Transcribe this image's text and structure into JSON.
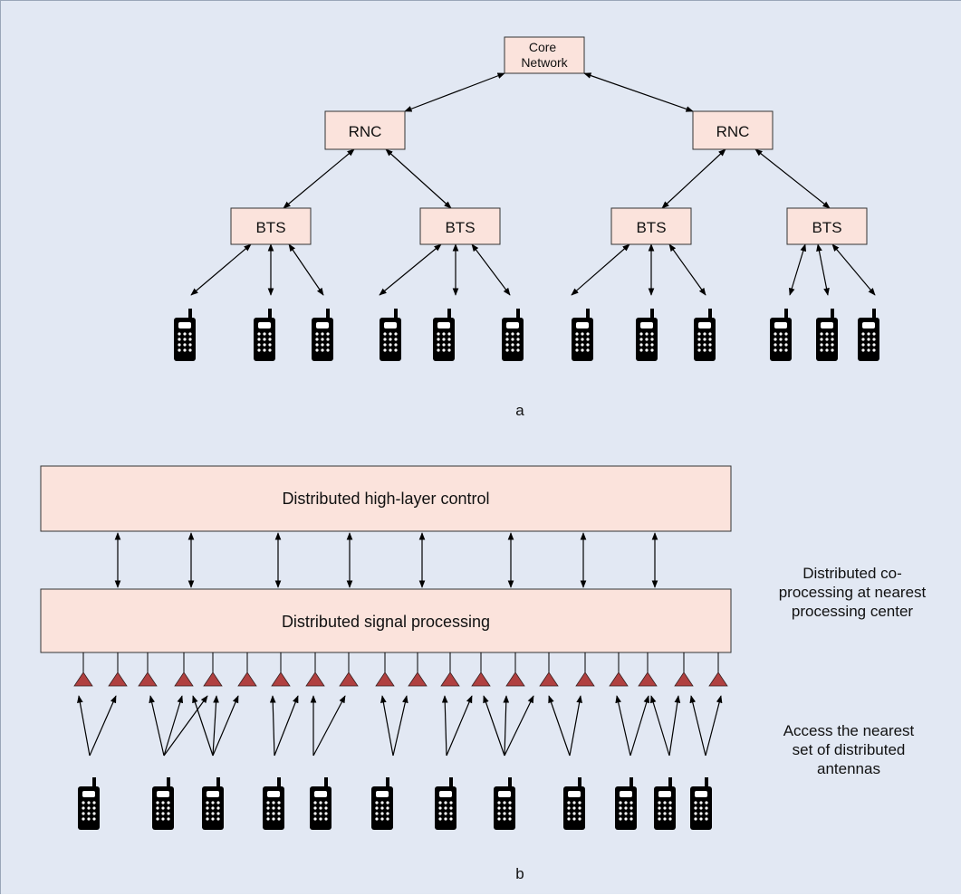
{
  "diagram": {
    "part_a": {
      "core_network": "Core\nNetwork",
      "rnc_left": "RNC",
      "rnc_right": "RNC",
      "bts": [
        "BTS",
        "BTS",
        "BTS",
        "BTS"
      ],
      "caption": "a",
      "handset_icon": "mobile-phone-icon"
    },
    "part_b": {
      "high_layer_control": "Distributed high-layer control",
      "signal_processing": "Distributed signal processing",
      "side_label_processing": "Distributed co-\nprocessing at nearest\nprocessing center",
      "side_label_access": "Access the nearest\nset of distributed\nantennas",
      "caption": "b",
      "antenna_icon": "antenna-triangle-icon",
      "antenna_color": "#b04040"
    },
    "colors": {
      "background": "#e2e8f3",
      "box_fill": "#fbe3dc"
    }
  }
}
